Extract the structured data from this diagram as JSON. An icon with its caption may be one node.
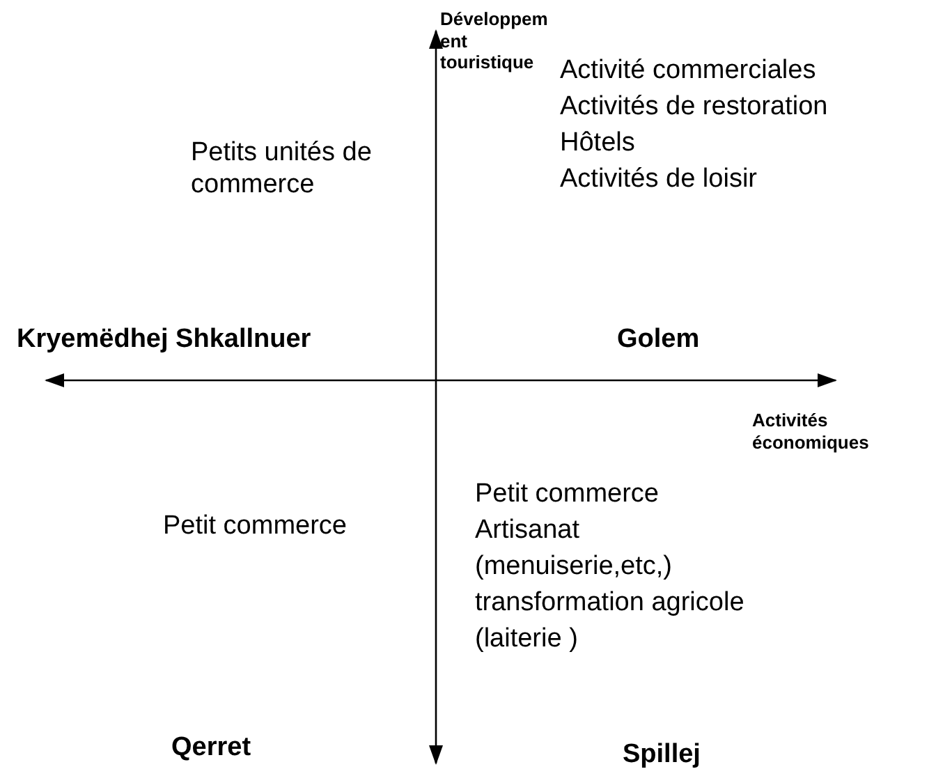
{
  "diagram": {
    "labels": [
      "Développement touristique",
      "Activité commerciales",
      "Activités de restoration",
      "Hôtels",
      "Activités de loisir",
      "Petits unités de commerce",
      "Kryemëdhej Shkallnuer",
      "Golem",
      "Activités économiques",
      "Petit commerce",
      "Petit commerce",
      "Artisanat",
      "(menuiserie,etc,)",
      "transformation agricole",
      "(laiterie )",
      "Qerret",
      "Spillej"
    ]
  }
}
